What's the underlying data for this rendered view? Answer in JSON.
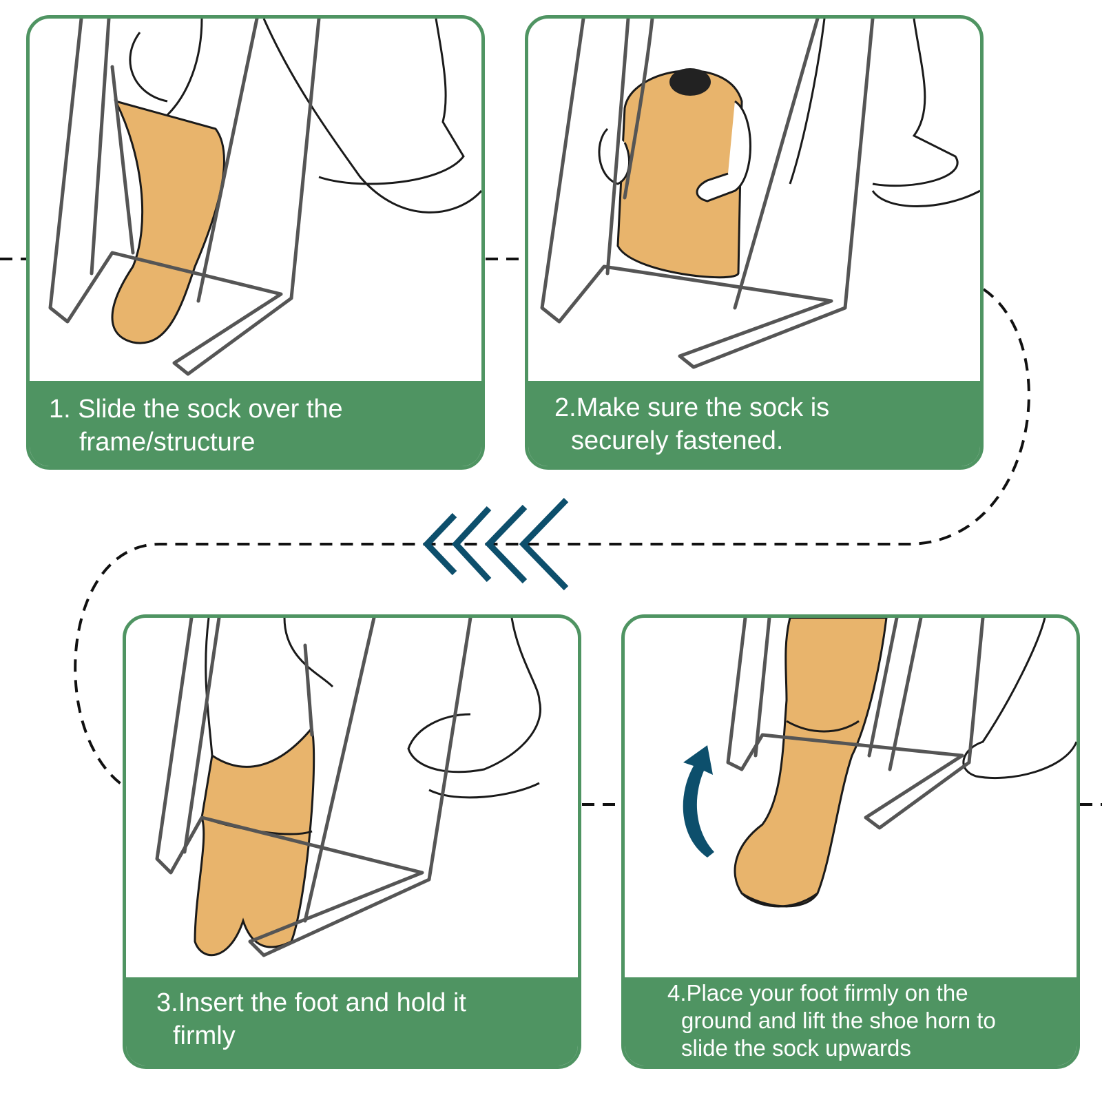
{
  "colors": {
    "panel_green": "#4f9462",
    "sock_tan": "#e8b46c",
    "arrow_navy": "#0d4f6c",
    "outline": "#1a1a1a",
    "connector": "#111111"
  },
  "icons": {
    "direction_chevrons": "triple-left-chevron-icon",
    "lift_arrow": "curved-up-arrow-icon"
  },
  "steps": [
    {
      "number": "1",
      "caption_line1": "1. Slide the sock over the",
      "caption_line2": "frame/structure",
      "caption_line3": ""
    },
    {
      "number": "2",
      "caption_line1": "2.Make sure the sock is",
      "caption_line2": "securely fastened.",
      "caption_line3": ""
    },
    {
      "number": "3",
      "caption_line1": "3.Insert the foot and hold it",
      "caption_line2": "firmly",
      "caption_line3": ""
    },
    {
      "number": "4",
      "caption_line1": "4.Place your foot firmly on the",
      "caption_line2": "ground and lift the shoe horn to",
      "caption_line3": "slide the sock upwards"
    }
  ]
}
